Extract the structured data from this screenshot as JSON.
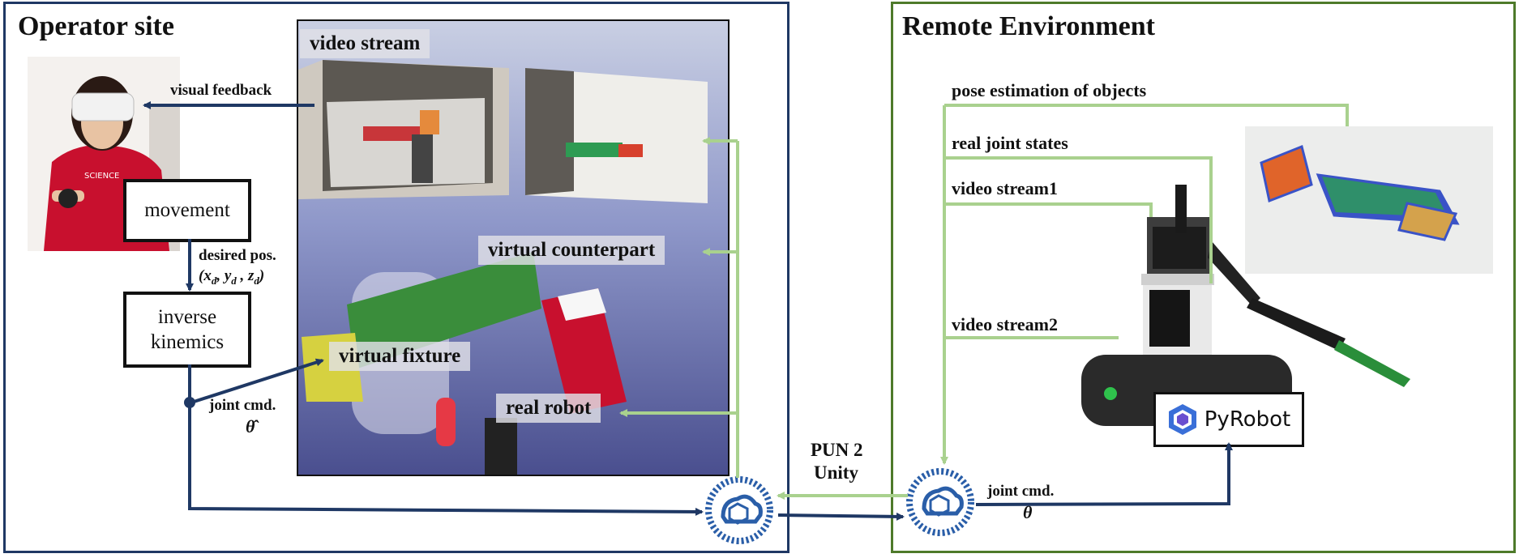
{
  "operator": {
    "title": "Operator site",
    "visual_feedback": "visual feedback",
    "movement": "movement",
    "desired_pos_line1": "desired pos.",
    "desired_pos_line2": "(xd, yd , zd)",
    "inverse_line1": "inverse",
    "inverse_line2": "kinemics",
    "joint_cmd": "joint cmd.",
    "theta_hat": "θ̂"
  },
  "scene": {
    "video_stream": "video stream",
    "virtual_counterpart": "virtual counterpart",
    "virtual_fixture": "virtual fixture",
    "real_robot": "real robot"
  },
  "network": {
    "pun_line1": "PUN 2",
    "pun_line2": "Unity"
  },
  "remote": {
    "title": "Remote Environment",
    "pose_estimation": "pose estimation of objects",
    "real_joint_states": "real joint states",
    "video_stream1": "video stream1",
    "video_stream2": "video stream2",
    "joint_cmd": "joint cmd.",
    "theta": "θ",
    "pyrobot": "PyRobot"
  },
  "colors": {
    "operator_border": "#1f3864",
    "remote_border": "#4e7a2a",
    "dark_arrow": "#1f3864",
    "green_arrow": "#a9d18e"
  }
}
